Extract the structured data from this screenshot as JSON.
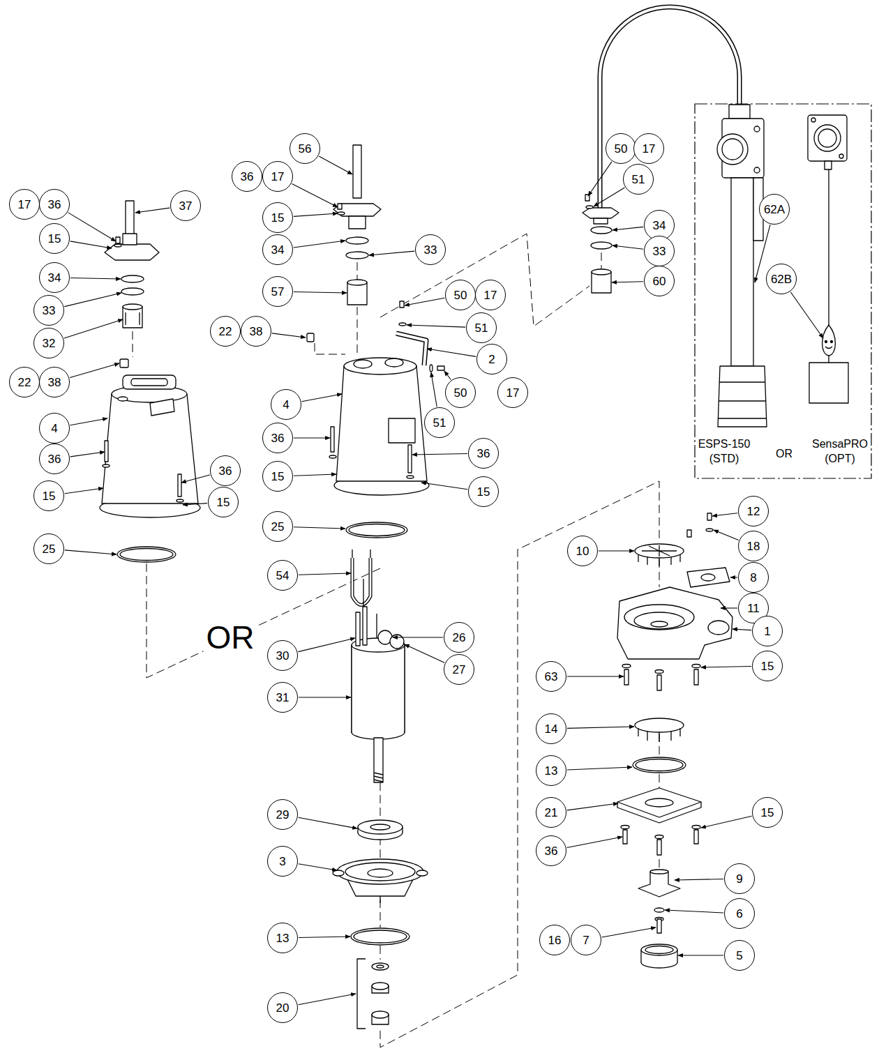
{
  "diagram": {
    "nodes": [
      {
        "text": [
          "17"
        ]
      },
      {
        "text": [
          "36"
        ]
      },
      {
        "text": [
          "37"
        ]
      },
      {
        "text": [
          "15"
        ]
      },
      {
        "text": [
          "34"
        ]
      },
      {
        "text": [
          "33"
        ]
      },
      {
        "text": [
          "32"
        ]
      },
      {
        "text": [
          "22"
        ]
      },
      {
        "text": [
          "38"
        ]
      },
      {
        "text": [
          "4"
        ]
      },
      {
        "text": [
          "36"
        ]
      },
      {
        "text": [
          "15"
        ]
      },
      {
        "text": [
          "36"
        ]
      },
      {
        "text": [
          "15"
        ]
      },
      {
        "text": [
          "25"
        ]
      },
      {
        "text": [
          "56"
        ]
      },
      {
        "text": [
          "36"
        ]
      },
      {
        "text": [
          "17"
        ]
      },
      {
        "text": [
          "15"
        ]
      },
      {
        "text": [
          "34"
        ]
      },
      {
        "text": [
          "33"
        ]
      },
      {
        "text": [
          "57"
        ]
      },
      {
        "text": [
          "22"
        ]
      },
      {
        "text": [
          "38"
        ]
      },
      {
        "text": [
          "50"
        ]
      },
      {
        "text": [
          "17"
        ]
      },
      {
        "text": [
          "51"
        ]
      },
      {
        "text": [
          "2"
        ]
      },
      {
        "text": [
          "50"
        ]
      },
      {
        "text": [
          "17"
        ]
      },
      {
        "text": [
          "51"
        ]
      },
      {
        "text": [
          "4"
        ]
      },
      {
        "text": [
          "36"
        ]
      },
      {
        "text": [
          "36"
        ]
      },
      {
        "text": [
          "15"
        ]
      },
      {
        "text": [
          "15"
        ]
      },
      {
        "text": [
          "25"
        ]
      },
      {
        "text": [
          "54"
        ]
      },
      {
        "text": [
          "26"
        ]
      },
      {
        "text": [
          "30"
        ]
      },
      {
        "text": [
          "27"
        ]
      },
      {
        "text": [
          "31"
        ]
      },
      {
        "text": [
          "29"
        ]
      },
      {
        "text": [
          "3"
        ]
      },
      {
        "text": [
          "13"
        ]
      },
      {
        "text": [
          "20"
        ]
      },
      {
        "text": [
          "50"
        ]
      },
      {
        "text": [
          "17"
        ]
      },
      {
        "text": [
          "51"
        ]
      },
      {
        "text": [
          "34"
        ]
      },
      {
        "text": [
          "33"
        ]
      },
      {
        "text": [
          "60"
        ]
      },
      {
        "text": [
          "ESPS-150 (STD)",
          "OR",
          "SensaPRO (OPT)"
        ]
      },
      {
        "text": [
          "62A"
        ],
        "in": 52
      },
      {
        "text": [
          "62B"
        ],
        "in": 52
      },
      {
        "text": [
          "12"
        ]
      },
      {
        "text": [
          "10"
        ]
      },
      {
        "text": [
          "18"
        ]
      },
      {
        "text": [
          "8"
        ]
      },
      {
        "text": [
          "11"
        ]
      },
      {
        "text": [
          "1"
        ]
      },
      {
        "text": [
          "63"
        ]
      },
      {
        "text": [
          "15"
        ]
      },
      {
        "text": [
          "14"
        ]
      },
      {
        "text": [
          "13"
        ]
      },
      {
        "text": [
          "21"
        ]
      },
      {
        "text": [
          "15"
        ]
      },
      {
        "text": [
          "36"
        ]
      },
      {
        "text": [
          "9"
        ]
      },
      {
        "text": [
          "6"
        ]
      },
      {
        "text": [
          "16"
        ]
      },
      {
        "text": [
          "7"
        ]
      },
      {
        "text": [
          "5"
        ]
      }
    ],
    "labels": [
      "OR"
    ]
  }
}
